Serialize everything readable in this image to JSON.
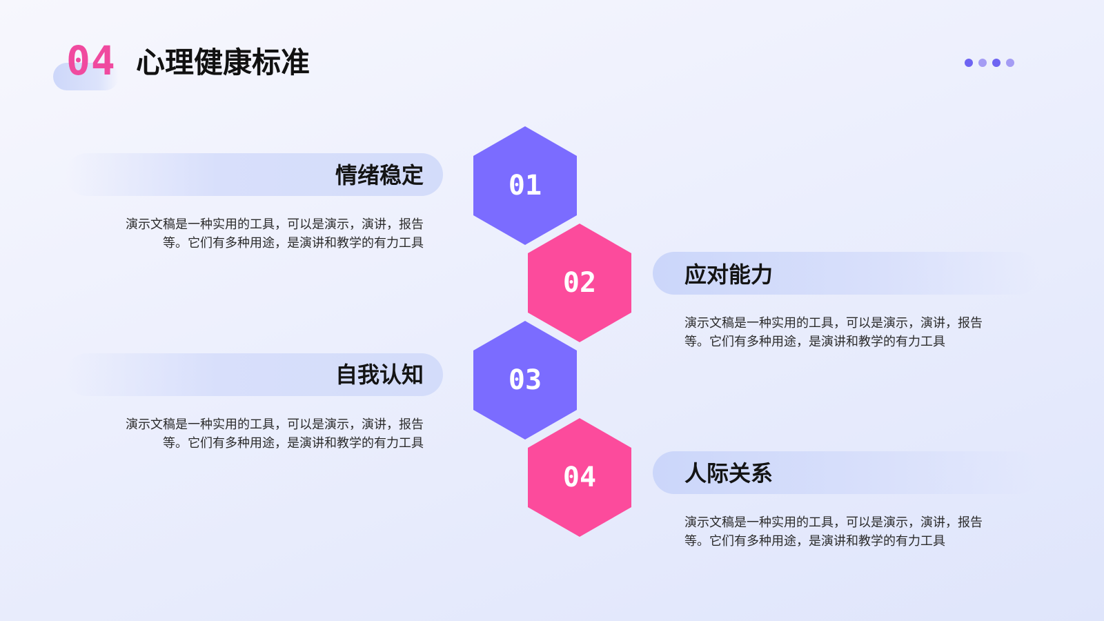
{
  "header": {
    "section_number": "04",
    "title": "心理健康标准"
  },
  "colors": {
    "accent_pink": "#f04a9f",
    "accent_purple": "#7b6cff",
    "hex_pink": "#fc4b9c",
    "dots": [
      "#6e64f2",
      "#a49cf4",
      "#6e64f2",
      "#a49cf4"
    ]
  },
  "page_indicator": {
    "icon": "dots-icon",
    "count": 4
  },
  "items": [
    {
      "number": "01",
      "heading": "情绪稳定",
      "desc_line1": "演示文稿是一种实用的工具，可以是演示，演讲，报告",
      "desc_line2": "等。它们有多种用途，是演讲和教学的有力工具"
    },
    {
      "number": "02",
      "heading": "应对能力",
      "desc_line1": "演示文稿是一种实用的工具，可以是演示，演讲，报告",
      "desc_line2": "等。它们有多种用途，是演讲和教学的有力工具"
    },
    {
      "number": "03",
      "heading": "自我认知",
      "desc_line1": "演示文稿是一种实用的工具，可以是演示，演讲，报告",
      "desc_line2": "等。它们有多种用途，是演讲和教学的有力工具"
    },
    {
      "number": "04",
      "heading": "人际关系",
      "desc_line1": "演示文稿是一种实用的工具，可以是演示，演讲，报告",
      "desc_line2": "等。它们有多种用途，是演讲和教学的有力工具"
    }
  ]
}
